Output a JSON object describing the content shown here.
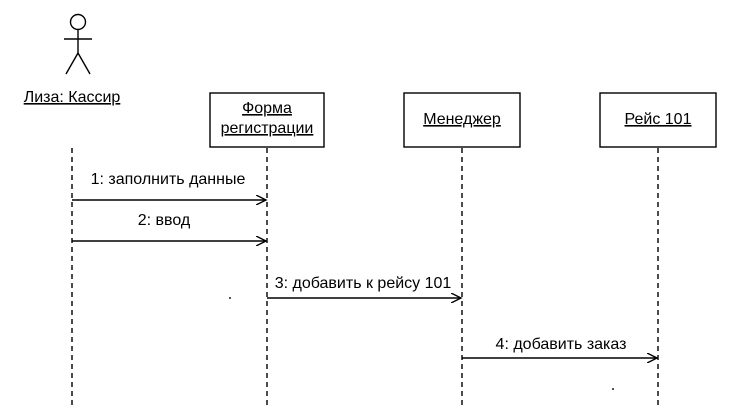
{
  "actor": {
    "label": "Лиза: Кассир"
  },
  "objects": [
    {
      "label_lines": [
        "Форма",
        "регистрации"
      ]
    },
    {
      "label_lines": [
        "Менеджер"
      ]
    },
    {
      "label_lines": [
        "Рейс 101"
      ]
    }
  ],
  "messages": [
    {
      "label": "1: заполнить данные"
    },
    {
      "label": "2: ввод"
    },
    {
      "label": "3: добавить к рейсу 101"
    },
    {
      "label": "4: добавить заказ"
    }
  ],
  "colors": {
    "stroke": "#000000",
    "background": "#ffffff"
  }
}
